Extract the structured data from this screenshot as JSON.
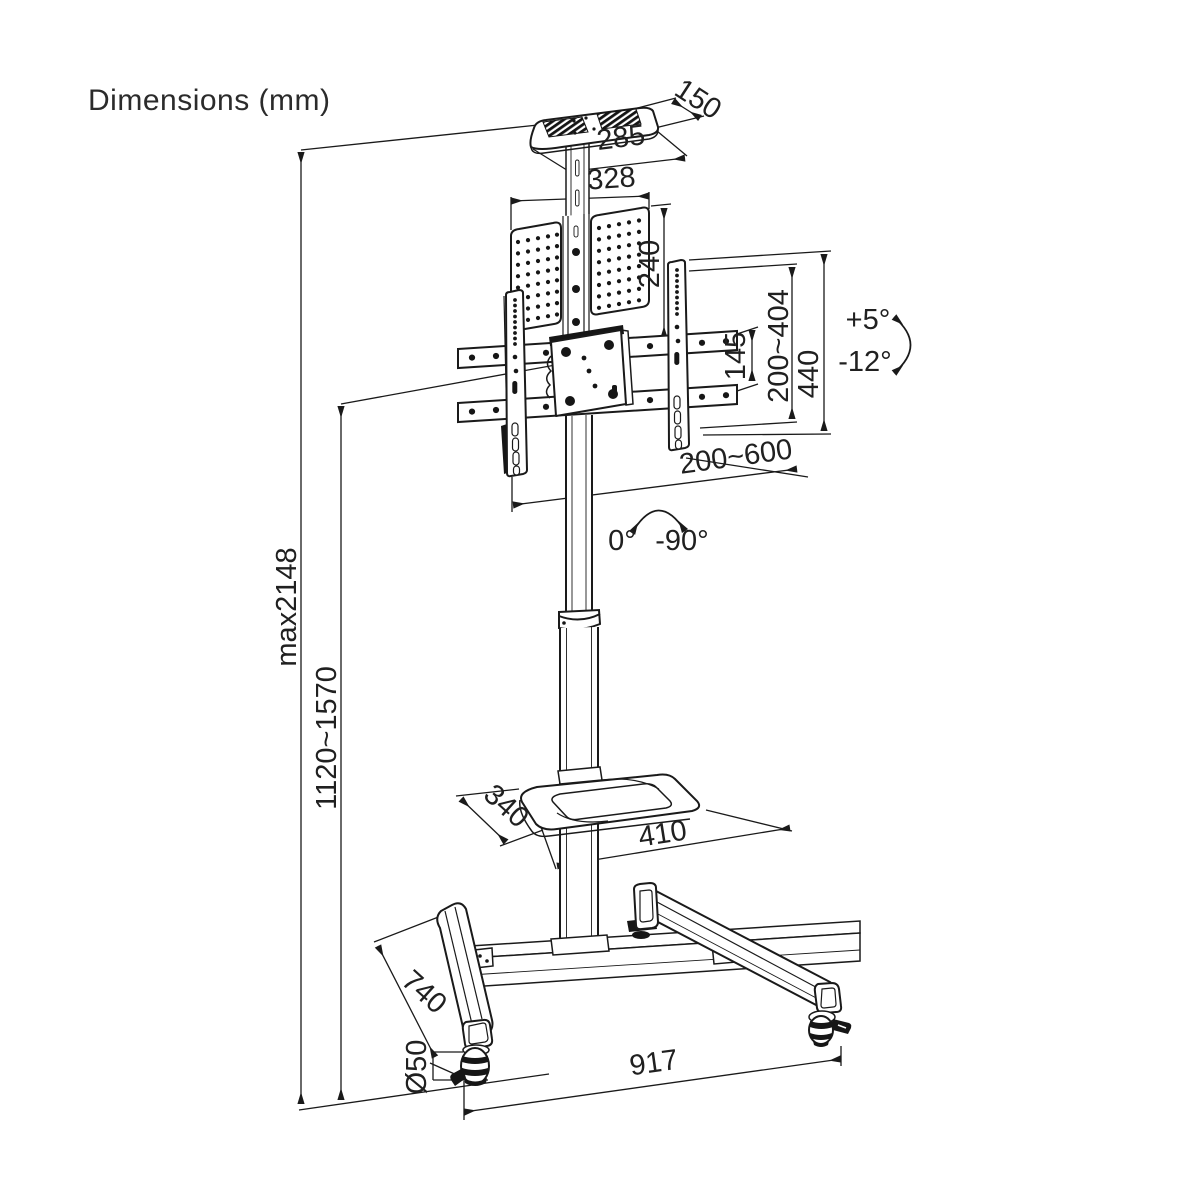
{
  "title": "Dimensions (mm)",
  "colors": {
    "background": "#ffffff",
    "line": "#1a1a1a",
    "text": "#202020"
  },
  "labels": {
    "tray_depth": "150",
    "tray_width": "285",
    "plate_width": "328",
    "plate_height": "240",
    "arm_gap": "145",
    "vesa_vertical": "200~404",
    "bracket_height": "440",
    "tilt_up": "+5°",
    "tilt_down": "-12°",
    "vesa_horizontal": "200~600",
    "swivel_from": "0°",
    "swivel_to": "-90°",
    "max_height": "max2148",
    "height_range": "1120~1570",
    "shelf_depth": "340",
    "shelf_width": "410",
    "base_depth": "740",
    "caster_diameter": "Ø50",
    "base_width": "917"
  }
}
